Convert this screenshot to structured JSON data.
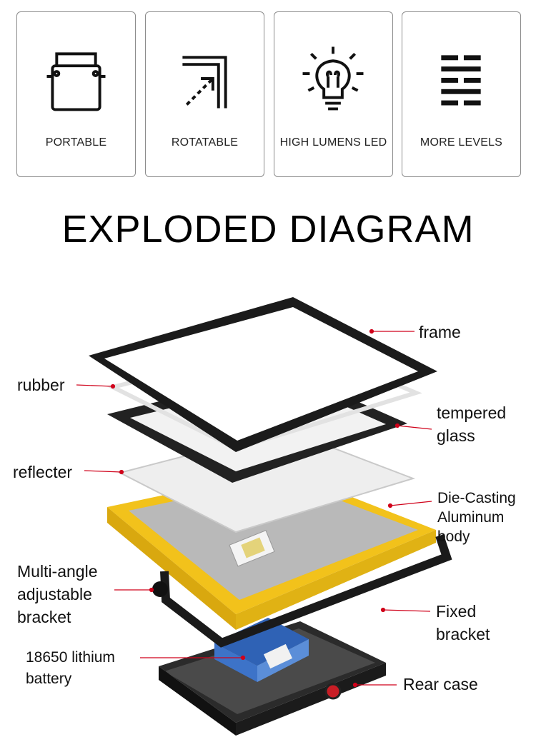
{
  "features": [
    {
      "label": "PORTABLE",
      "icon": "portable-icon"
    },
    {
      "label": "ROTATABLE",
      "icon": "rotate-icon"
    },
    {
      "label": "HIGH LUMENS LED",
      "icon": "bulb-icon"
    },
    {
      "label": "MORE LEVELS",
      "icon": "levels-icon"
    }
  ],
  "title": "EXPLODED DIAGRAM",
  "diagram": {
    "labels": {
      "frame": "frame",
      "rubber": "rubber",
      "tempered_1": "tempered",
      "tempered_2": "glass",
      "reflecter": "reflecter",
      "diecast_1": "Die-Casting",
      "diecast_2": "Aluminum",
      "diecast_3": "body",
      "multi_1": "Multi-angle",
      "multi_2": "adjustable",
      "multi_3": "bracket",
      "fixed_1": "Fixed",
      "fixed_2": "bracket",
      "battery_1": "18650 lithium",
      "battery_2": "battery",
      "rear": "Rear case"
    },
    "colors": {
      "leader": "#d0021b",
      "body": "#f2c21b",
      "metal": "#1a1a1a",
      "battery": "#3d73c8"
    }
  }
}
